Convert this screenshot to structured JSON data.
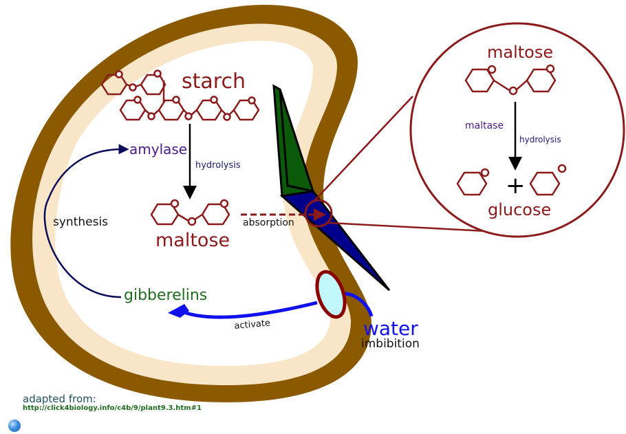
{
  "title": "Germination of a seed: starch mobilisation",
  "colors": {
    "seed_coat": "#8b5a00",
    "aleurone": "#f9e6c8",
    "molecule": "#8b1a1a",
    "enzyme": "#4b1a8a",
    "process": "#1a1a70",
    "gibberellin": "#1f6b1f",
    "water": "#1111ee",
    "embryo_green": "#0a5a0a",
    "embryo_blue": "#00008b",
    "micropyle_fill": "#c0f8fc"
  },
  "labels": {
    "starch": "starch",
    "amylase": "amylase",
    "hydrolysis_main": "hydrolysis",
    "maltose_main": "maltose",
    "synthesis": "synthesis",
    "absorption": "absorption",
    "gibberelins": "gibberelins",
    "activate": "activate",
    "water": "water",
    "imbibition": "imbibition"
  },
  "zoom_inset": {
    "maltose": "maltose",
    "maltase": "maltase",
    "hydrolysis": "hydrolysis",
    "plus": "+",
    "glucose": "glucose"
  },
  "credit": {
    "adapted_from": "adapted from:",
    "url": "http://click4biology.info/c4b/9/plant9.3.htm#1"
  },
  "icons": {
    "globe": "globe-icon"
  }
}
